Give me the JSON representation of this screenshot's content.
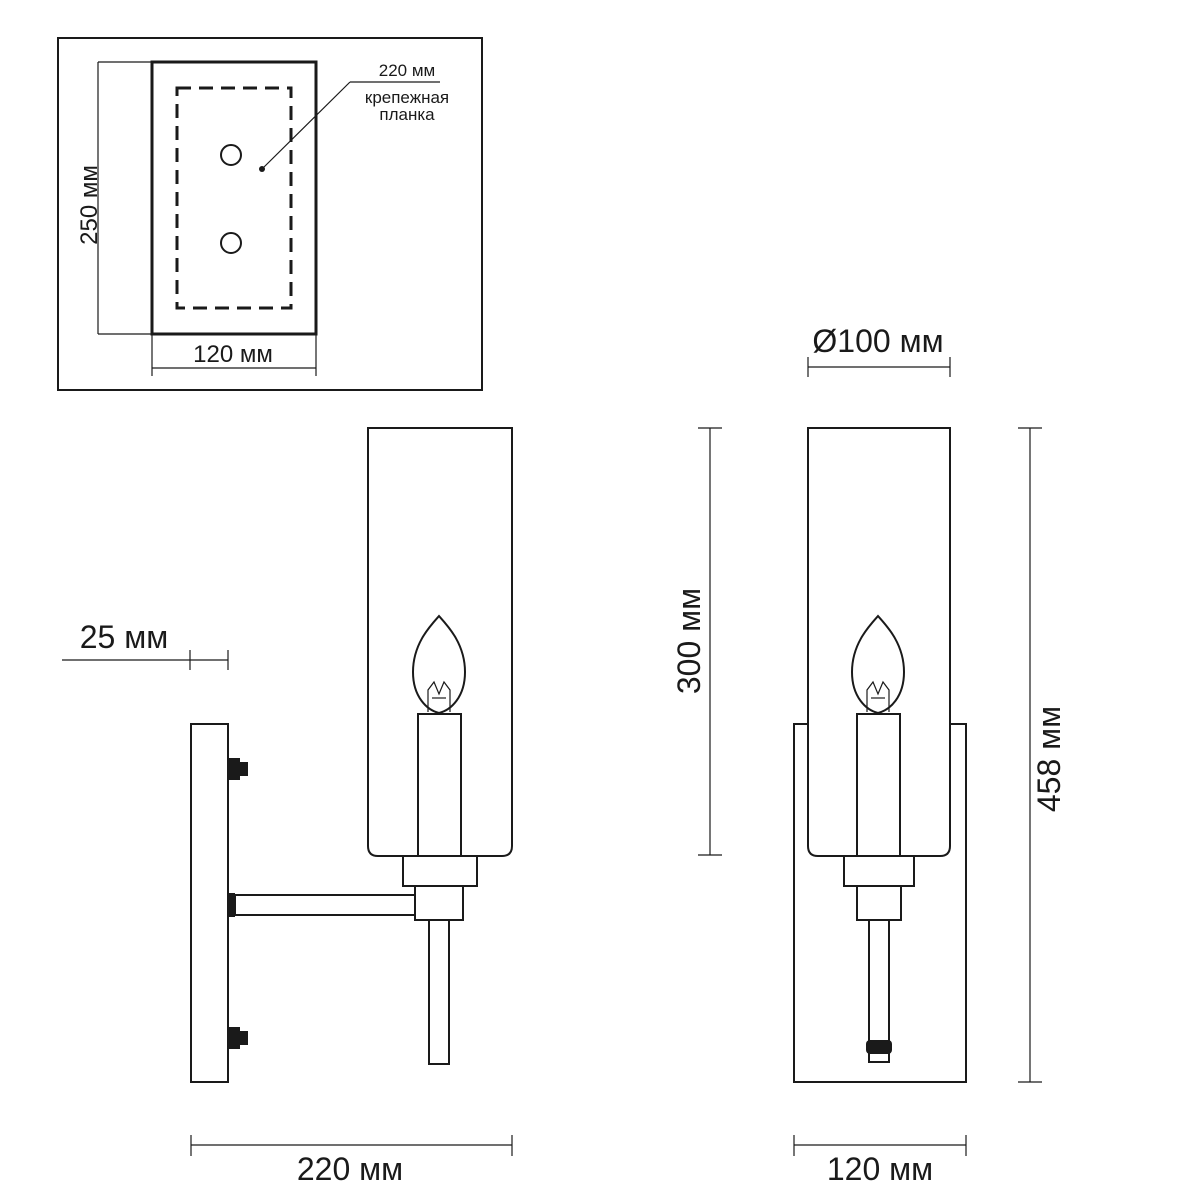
{
  "inset": {
    "plate_width_label": "120 мм",
    "plate_height_label": "250 мм",
    "bracket_size_label": "220 мм",
    "bracket_label_line1": "крепежная",
    "bracket_label_line2": "планка"
  },
  "side_view": {
    "wall_offset_label": "25 мм",
    "depth_label": "220 мм"
  },
  "front_view": {
    "shade_diameter_label": "Ø100 мм",
    "shade_height_label": "300 мм",
    "total_height_label": "458 мм",
    "base_width_label": "120 мм"
  }
}
